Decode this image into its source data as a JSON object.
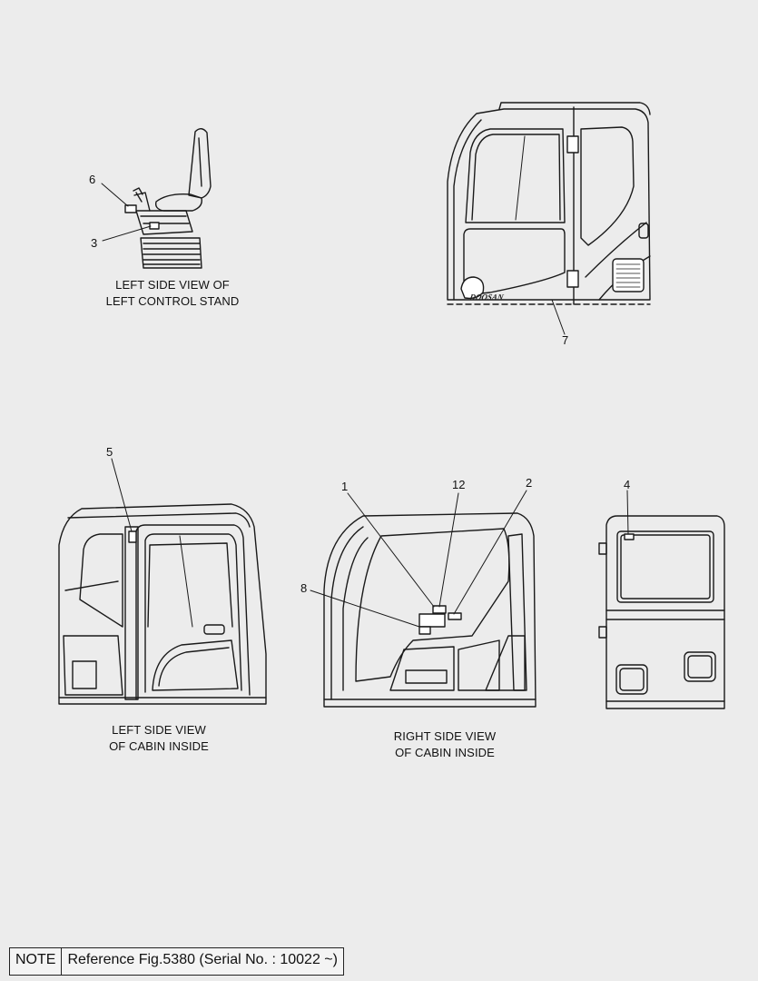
{
  "views": {
    "left_control_stand": [
      "LEFT SIDE VIEW OF",
      "LEFT CONTROL STAND"
    ],
    "left_cabin_inside": [
      "LEFT SIDE VIEW",
      "OF CABIN INSIDE"
    ],
    "right_cabin_inside": [
      "RIGHT SIDE VIEW",
      "OF CABIN INSIDE"
    ]
  },
  "callouts": {
    "c1": "1",
    "c2": "2",
    "c3": "3",
    "c4": "4",
    "c5": "5",
    "c6": "6",
    "c7": "7",
    "c8": "8",
    "c12": "12"
  },
  "brand_mark": "DOOSAN",
  "note": {
    "label": "NOTE",
    "text": "Reference Fig.5380 (Serial No. : 10022 ~)"
  }
}
